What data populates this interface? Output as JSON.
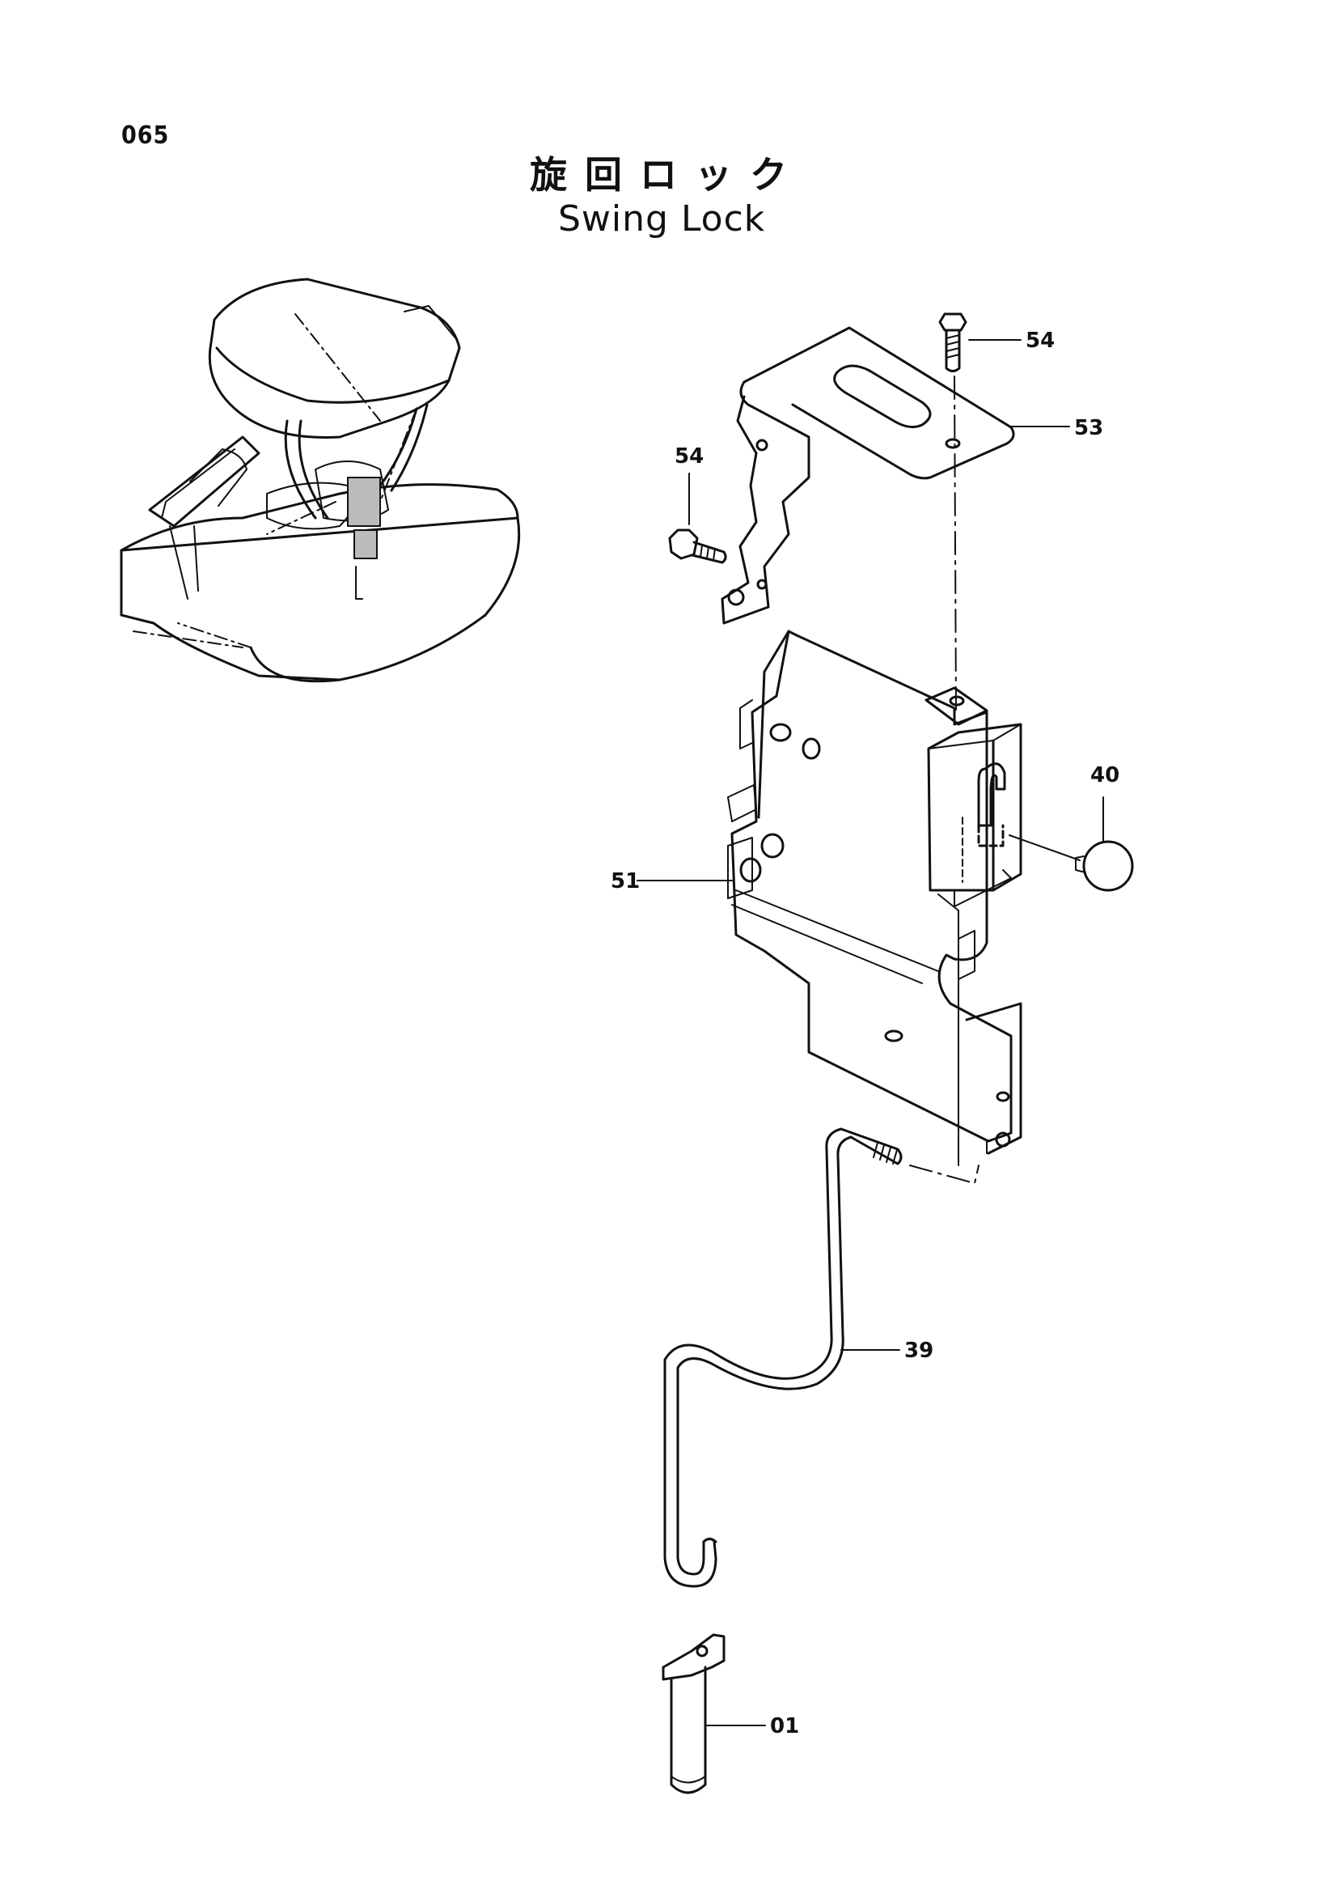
{
  "page_number": "065",
  "title_jp": "旋回ロック",
  "title_en": "Swing Lock",
  "callouts": {
    "c54_top": "54",
    "c53": "53",
    "c54_left": "54",
    "c40": "40",
    "c51": "51",
    "c39": "39",
    "c01": "01"
  }
}
